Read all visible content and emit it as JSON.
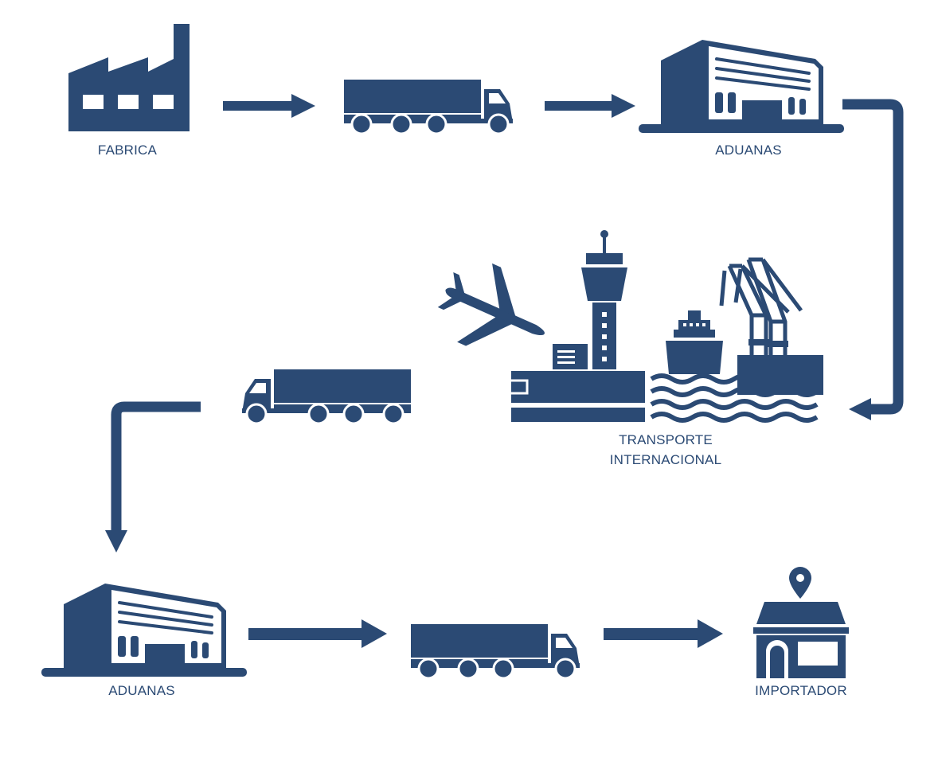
{
  "colors": {
    "primary": "#2b4a74",
    "background": "#ffffff"
  },
  "nodes": {
    "fabrica": {
      "label": "FABRICA",
      "icon": "factory-icon"
    },
    "aduanas_export": {
      "label": "ADUANAS",
      "icon": "customs-warehouse-icon"
    },
    "transporte": {
      "label_line1": "TRANSPORTE",
      "label_line2": "INTERNACIONAL",
      "icons": [
        "airplane-icon",
        "control-tower-icon",
        "ship-icon",
        "port-crane-icon"
      ]
    },
    "aduanas_import": {
      "label": "ADUANAS",
      "icon": "customs-warehouse-icon"
    },
    "importador": {
      "label": "IMPORTADOR",
      "icon": "store-location-icon"
    }
  },
  "vehicles": [
    "truck-icon",
    "truck-icon",
    "truck-icon"
  ],
  "flow": [
    "fabrica",
    "truck",
    "aduanas_export",
    "transporte",
    "truck",
    "aduanas_import",
    "truck",
    "importador"
  ]
}
